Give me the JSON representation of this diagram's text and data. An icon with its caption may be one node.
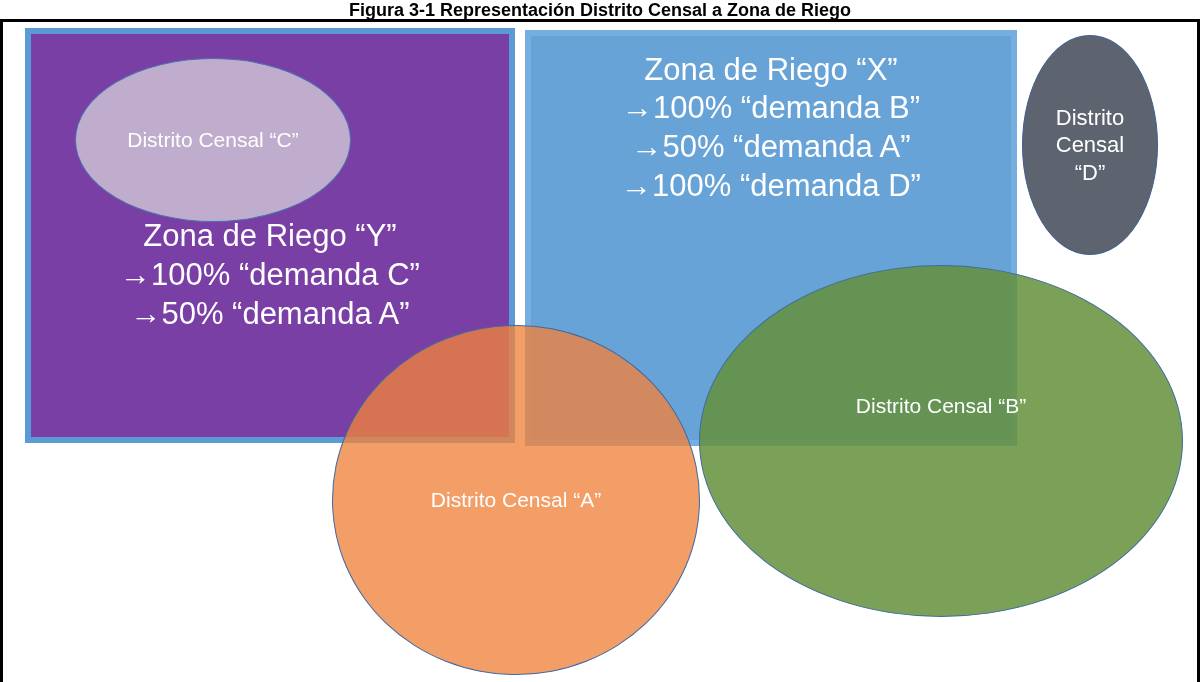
{
  "diagram": {
    "title": "Figura 3-1 Representación Distrito Censal a Zona de Riego",
    "nodes": [
      {
        "text": [
          "Zona de Riego “Y”",
          "→100% “demanda C”",
          "→50% “demanda A”"
        ]
      },
      {
        "text": [
          "Distrito Censal “C”"
        ],
        "in": 0
      },
      {
        "text": [
          "Zona de Riego “X”",
          "→100% “demanda B”",
          "→50% “demanda A”",
          "→100% “demanda D”"
        ]
      },
      {
        "text": [
          "Distrito Censal “D”"
        ]
      },
      {
        "text": [
          "Distrito Censal “A”"
        ]
      },
      {
        "text": [
          "Distrito Censal “B”"
        ]
      }
    ]
  }
}
